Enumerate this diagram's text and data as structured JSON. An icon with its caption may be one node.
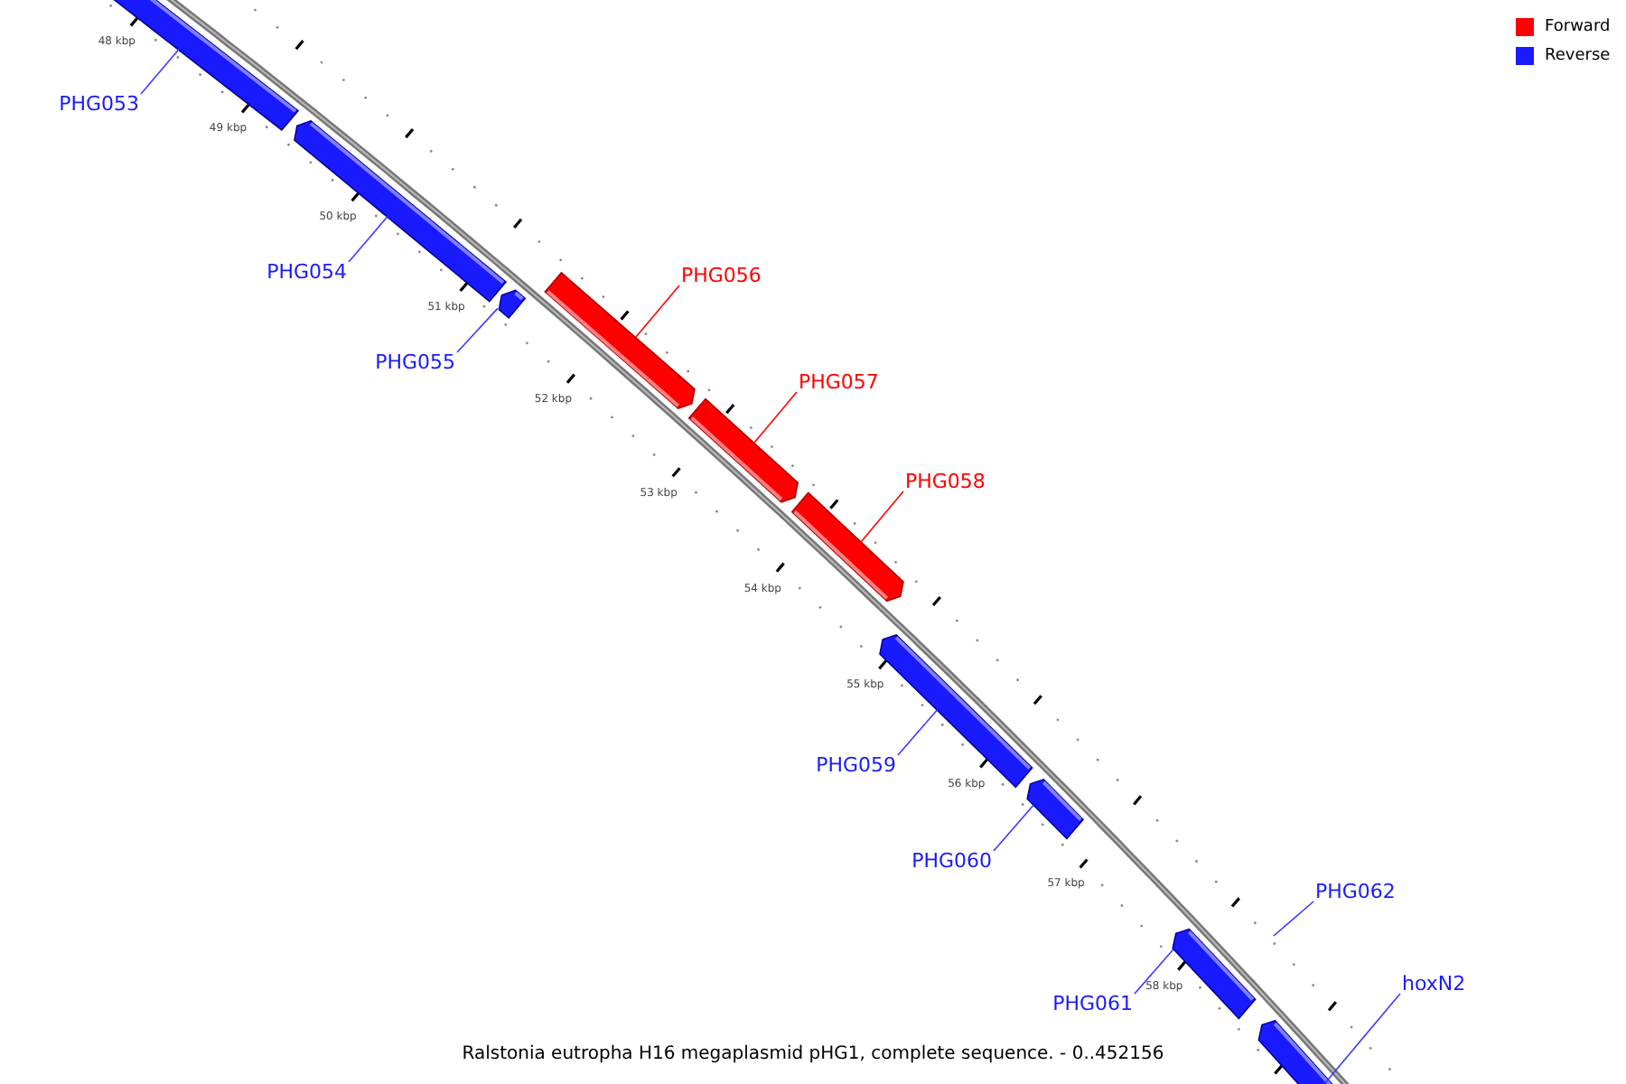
{
  "diagram": {
    "caption": "Ralstonia eutropha H16 megaplasmid pHG1, complete sequence. - 0..452156",
    "nodes": [
      {
        "text": [
          "PHG053"
        ]
      },
      {
        "text": [
          "PHG054"
        ]
      },
      {
        "text": [
          "PHG055"
        ]
      },
      {
        "text": [
          "PHG056"
        ]
      },
      {
        "text": [
          "PHG057"
        ]
      },
      {
        "text": [
          "PHG058"
        ]
      },
      {
        "text": [
          "PHG059"
        ]
      },
      {
        "text": [
          "PHG060"
        ]
      },
      {
        "text": [
          "PHG061"
        ]
      },
      {
        "text": [
          "PHG062"
        ]
      },
      {
        "text": [
          "hoxN2"
        ]
      },
      {
        "text": [],
        "shape": "bar"
      },
      {
        "text": [],
        "shape": "bar"
      },
      {
        "text": [],
        "shape": "bar"
      },
      {
        "text": [],
        "shape": "bar"
      },
      {
        "text": [],
        "shape": "bar"
      },
      {
        "text": [],
        "shape": "bar"
      },
      {
        "text": [],
        "shape": "bar"
      },
      {
        "text": [],
        "shape": "bar"
      },
      {
        "text": [],
        "shape": "bar"
      },
      {
        "text": [],
        "shape": "bar"
      }
    ],
    "edges": [
      {
        "from": 0,
        "to": 11,
        "arrow": "none"
      },
      {
        "from": 1,
        "to": 12,
        "arrow": "none"
      },
      {
        "from": 2,
        "to": 13,
        "arrow": "none"
      },
      {
        "from": 3,
        "to": 14,
        "arrow": "none",
        "color": "#ff0000"
      },
      {
        "from": 4,
        "to": 15,
        "arrow": "none",
        "color": "#ff0000"
      },
      {
        "from": 5,
        "to": 16,
        "arrow": "none",
        "color": "#ff0000"
      },
      {
        "from": 6,
        "to": 17,
        "arrow": "none"
      },
      {
        "from": 7,
        "to": 18,
        "arrow": "none"
      },
      {
        "from": 8,
        "to": 19,
        "arrow": "none"
      },
      {
        "from": 9,
        "to": null,
        "arrow": "none"
      },
      {
        "from": 10,
        "to": 20,
        "arrow": "none"
      }
    ],
    "labels": [
      "48 kbp",
      "49 kbp",
      "50 kbp",
      "51 kbp",
      "52 kbp",
      "53 kbp",
      "54 kbp",
      "55 kbp",
      "56 kbp",
      "57 kbp",
      "58 kbp"
    ],
    "legend": [
      {
        "text": "Forward",
        "color": "#ff0000"
      },
      {
        "text": "Reverse",
        "color": "#1a1aff"
      }
    ]
  }
}
